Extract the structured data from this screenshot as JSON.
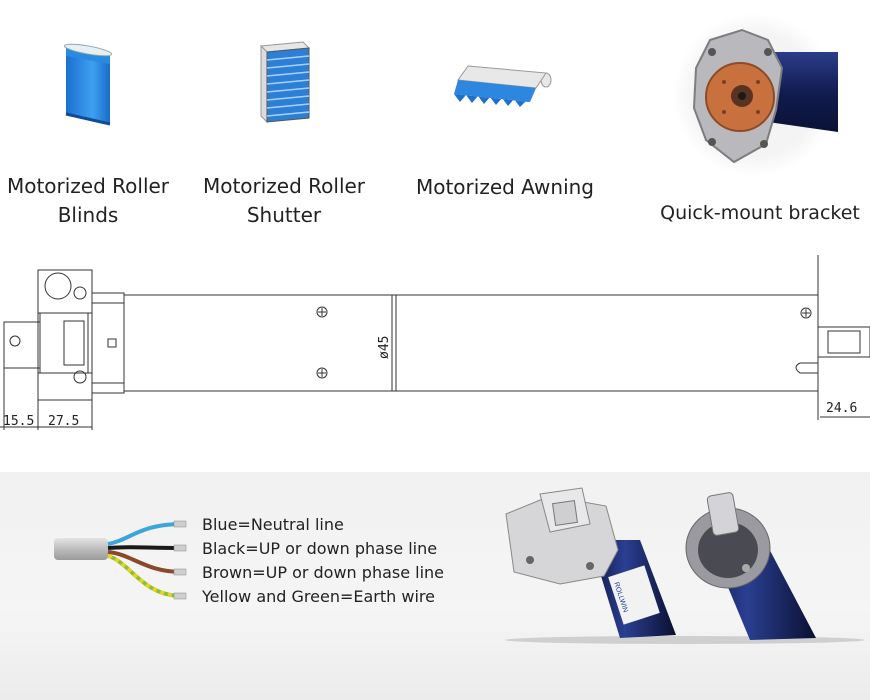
{
  "applications": [
    {
      "id": "roller-blinds",
      "label_line1": "Motorized Roller",
      "label_line2": "Blinds"
    },
    {
      "id": "roller-shutter",
      "label_line1": "Motorized Roller",
      "label_line2": "Shutter"
    },
    {
      "id": "awning",
      "label_line1": "Motorized Awning"
    }
  ],
  "bracket": {
    "label": "Quick-mount bracket"
  },
  "drawing": {
    "diameter_label": "ø45",
    "dim_left_1": "15.5",
    "dim_left_2": "27.5",
    "dim_right": "24.6"
  },
  "wiring": {
    "lines": [
      {
        "text": "Blue=Neutral line",
        "color": "#3ba6d9"
      },
      {
        "text": "Black=UP or down phase line",
        "color": "#1a1a1a"
      },
      {
        "text": "Brown=UP or down phase line",
        "color": "#8a4a2a"
      },
      {
        "text": "Yellow and Green=Earth wire",
        "color": "#8cbf3f"
      }
    ]
  },
  "motor_label": {
    "brand": "ROLLWIN"
  },
  "colors": {
    "blind_blue": "#1e7fd8",
    "motor_blue": "#1c2c6e",
    "bracket_orange": "#c96a3c"
  }
}
